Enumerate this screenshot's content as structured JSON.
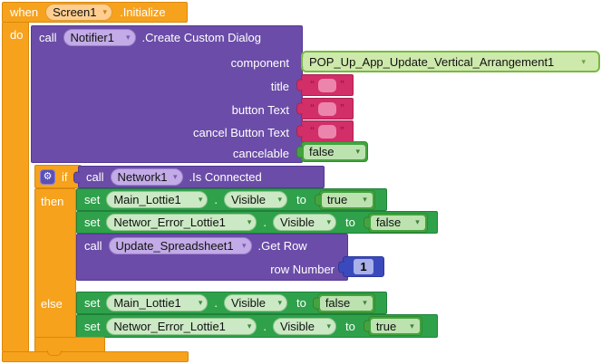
{
  "dropdown_arrow": "▾",
  "colors": {
    "event_orange": "#F6A21D",
    "method_purple": "#6B4CA8",
    "setter_green": "#2FA14B",
    "logic_green": "#44A33E",
    "text_pink": "#D22E68",
    "math_blue": "#3A4ABD",
    "component_green": "#CDE9AC"
  },
  "when_block": {
    "when_label": "when",
    "screen_dropdown": "Screen1",
    "event_label": ".Initialize",
    "do_label": "do"
  },
  "notifier_call": {
    "call_label": "call",
    "component_dropdown": "Notifier1",
    "method_label": ".Create Custom Dialog",
    "param_component": "component",
    "param_title": "title",
    "param_button_text": "button Text",
    "param_cancel_button_text": "cancel Button Text",
    "param_cancelable": "cancelable"
  },
  "component_socket": {
    "value": "POP_Up_App_Update_Vertical_Arrangement1"
  },
  "empty_string": {
    "open_quote": "“",
    "close_quote": "”"
  },
  "cancelable_socket": {
    "value": "false"
  },
  "if_block": {
    "gear_icon": "⚙",
    "if_label": "if",
    "then_label": "then",
    "else_label": "else"
  },
  "network_call": {
    "call_label": "call",
    "component_dropdown": "Network1",
    "method_label": ".Is Connected"
  },
  "then_rows": [
    {
      "set_label": "set",
      "component": "Main_Lottie1",
      "dot": ".",
      "property": "Visible",
      "to_label": "to",
      "value": "true"
    },
    {
      "set_label": "set",
      "component": "Networ_Error_Lottie1",
      "dot": ".",
      "property": "Visible",
      "to_label": "to",
      "value": "false"
    }
  ],
  "spreadsheet_call": {
    "call_label": "call",
    "component_dropdown": "Update_Spreadsheet1",
    "method_label": ".Get Row",
    "param_label": "row Number",
    "value": "1"
  },
  "else_rows": [
    {
      "set_label": "set",
      "component": "Main_Lottie1",
      "dot": ".",
      "property": "Visible",
      "to_label": "to",
      "value": "false"
    },
    {
      "set_label": "set",
      "component": "Networ_Error_Lottie1",
      "dot": ".",
      "property": "Visible",
      "to_label": "to",
      "value": "true"
    }
  ]
}
